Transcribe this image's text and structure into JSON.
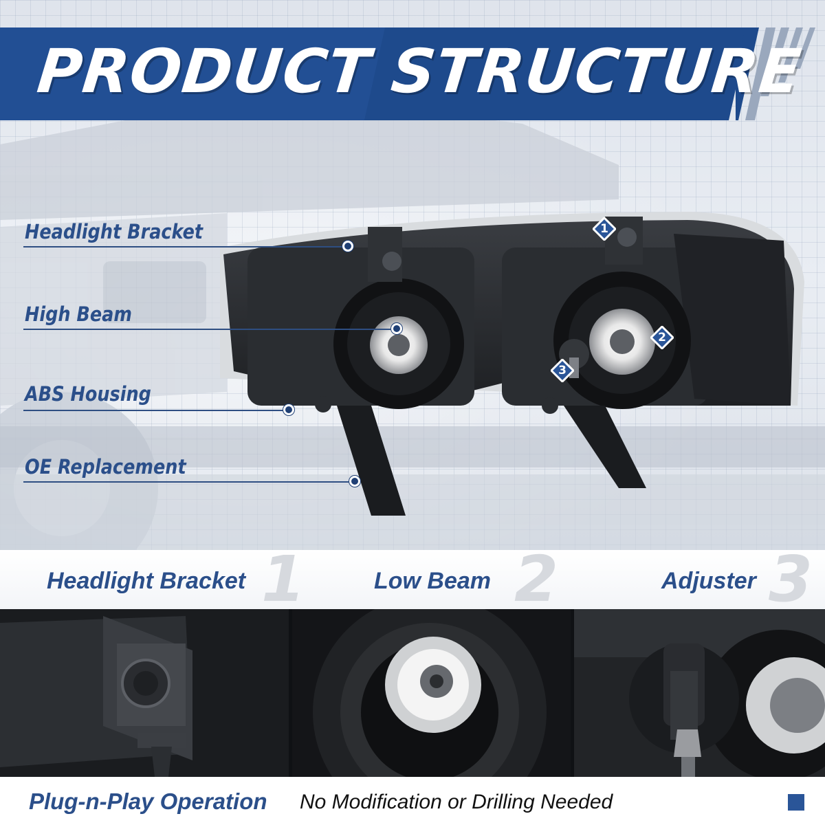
{
  "header": {
    "title": "PRODUCT STRUCTURE"
  },
  "callouts": [
    {
      "label": "Headlight Bracket"
    },
    {
      "label": "High Beam"
    },
    {
      "label": "ABS Housing"
    },
    {
      "label": "OE Replacement"
    }
  ],
  "badges": [
    "1",
    "2",
    "3"
  ],
  "details": [
    {
      "title": "Headlight Bracket",
      "number": "1"
    },
    {
      "title": "Low Beam",
      "number": "2"
    },
    {
      "title": "Adjuster",
      "number": "3"
    }
  ],
  "footer": {
    "strong": "Plug-n-Play Operation",
    "text": "No Modification or Drilling Needed"
  },
  "colors": {
    "brand_blue": "#2a5598",
    "label_blue": "#2b4f8a",
    "banner_navy": "#1e4a8c"
  },
  "icons": [
    "callout-dot-icon",
    "number-badge-icon",
    "stripe-decoration-icon",
    "square-bullet-icon"
  ]
}
